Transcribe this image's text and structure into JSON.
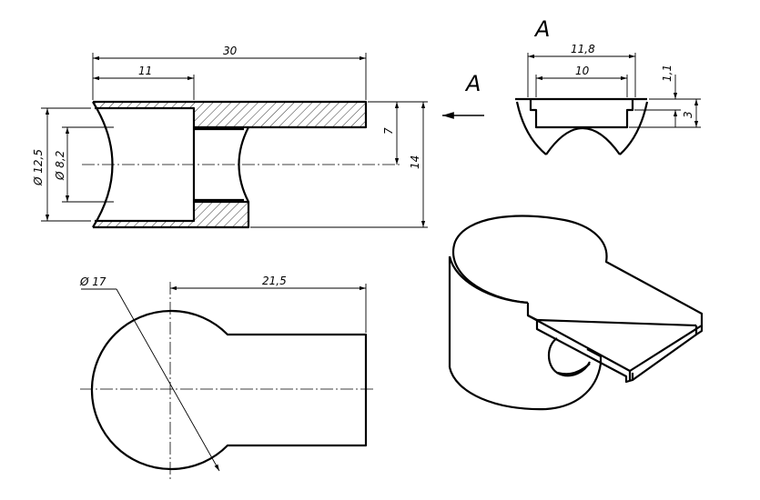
{
  "views": {
    "section": {
      "dims": {
        "overall_length": "30",
        "bore_length": "11",
        "height": "7",
        "total_height": "14",
        "outer_diameter": "Ø 12,5",
        "inner_diameter": "Ø 8,2"
      }
    },
    "arrow_label": "A",
    "view_a": {
      "title": "A",
      "dims": {
        "top_width": "11,8",
        "inner_width": "10",
        "lip": "1,1",
        "depth": "3"
      }
    },
    "top_view": {
      "dims": {
        "head_diameter": "Ø 17",
        "arm_length": "21,5"
      }
    }
  }
}
